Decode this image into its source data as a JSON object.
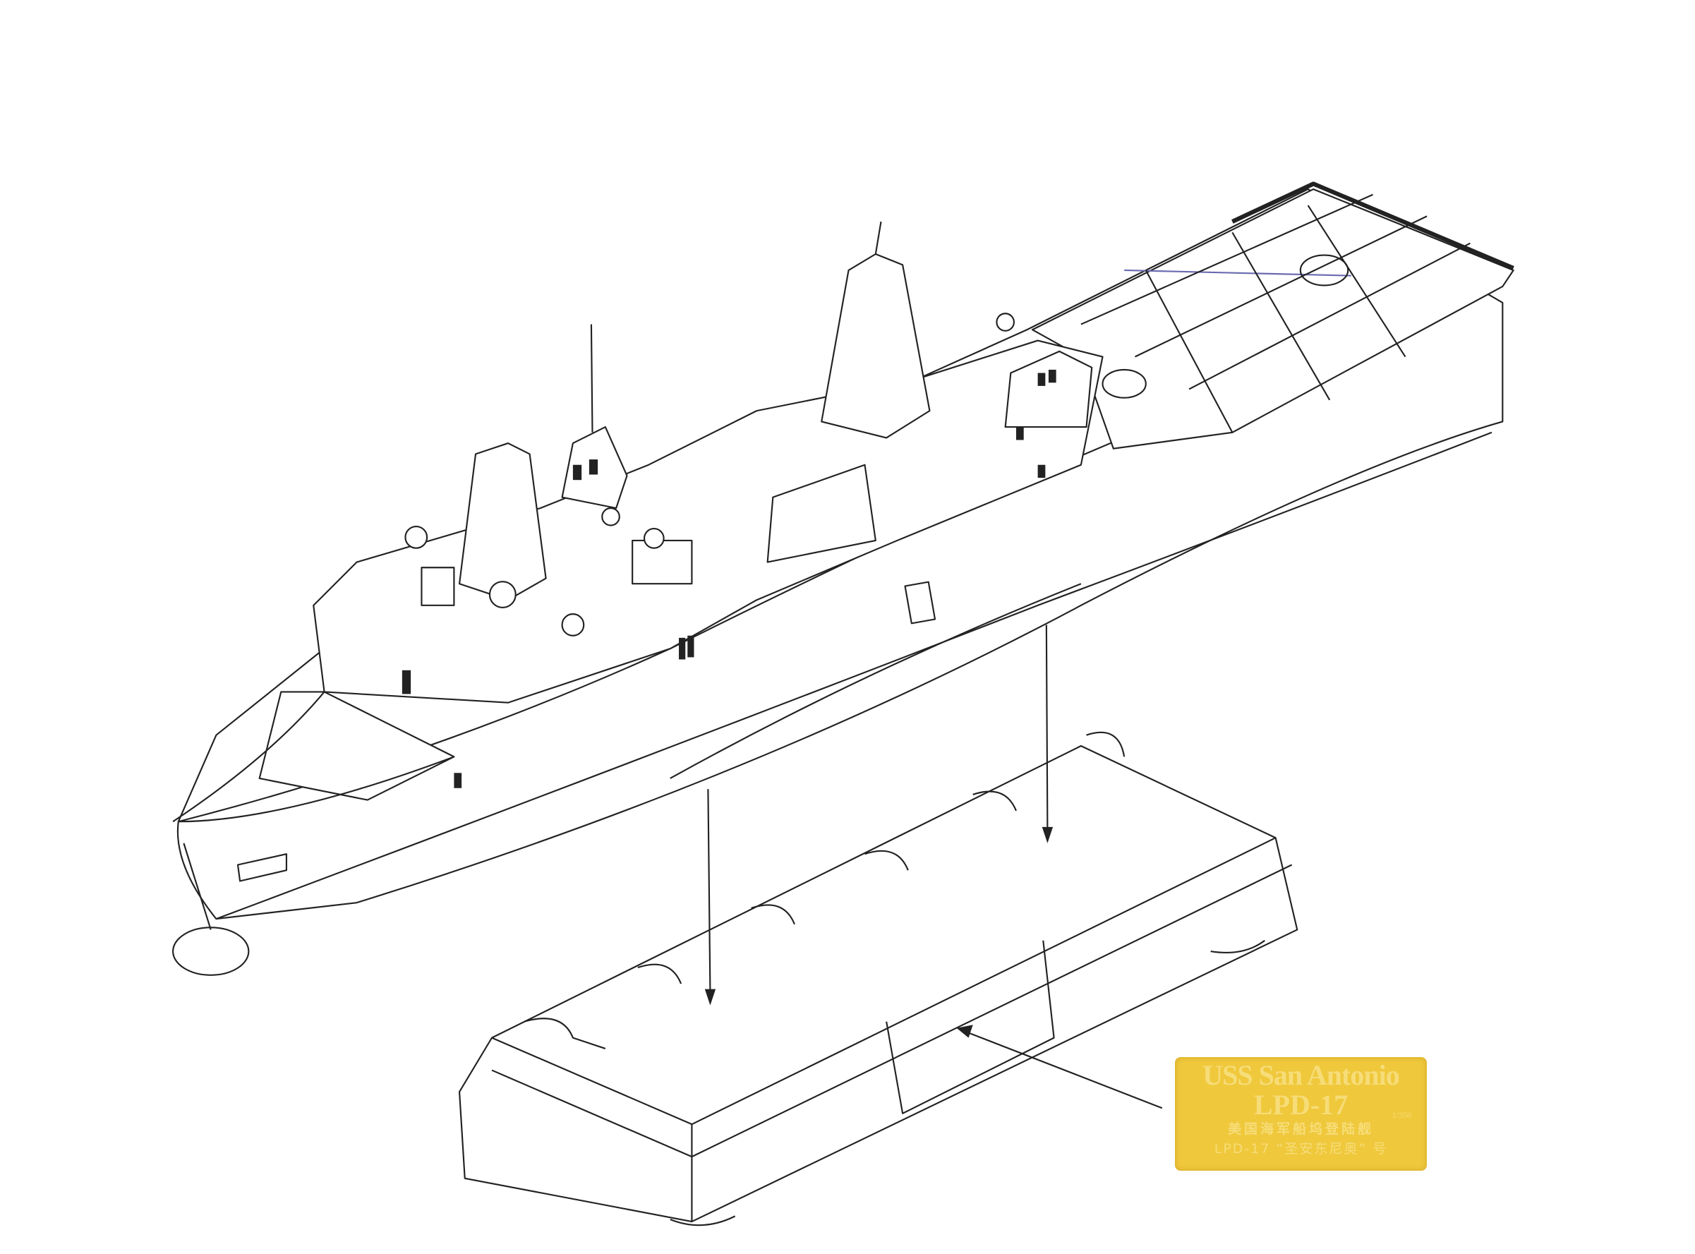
{
  "nameplate": {
    "ship_name": "USS San Antonio",
    "hull_number": "LPD-17",
    "scale": "1/350",
    "chinese_title": "美国海军船坞登陆舰",
    "chinese_subtitle": "LPD-17 “圣安东尼奥” 号",
    "color": "#efc83c"
  }
}
